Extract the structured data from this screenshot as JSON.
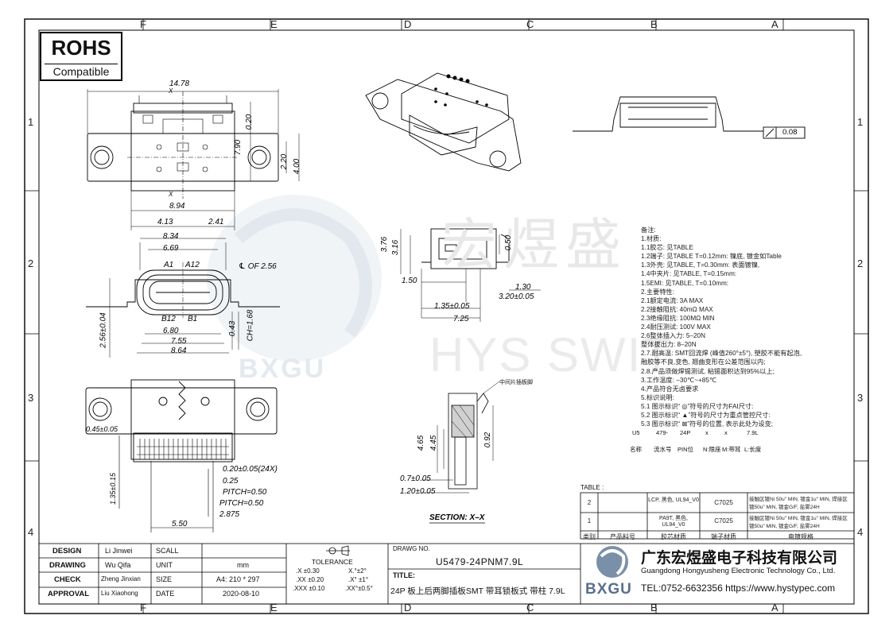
{
  "zones": {
    "cols": [
      "F",
      "E",
      "D",
      "C",
      "B",
      "A"
    ],
    "rows": [
      "1",
      "2",
      "3",
      "4"
    ]
  },
  "rohs": {
    "title": "ROHS",
    "subtitle": "Compatible"
  },
  "watermark": {
    "cn": "宏煜盛",
    "en": "HYS SWIT",
    "logo": "BXGU"
  },
  "dims_top": {
    "w": "14.78",
    "x1": "X",
    "x2": "X",
    "d020": "0.20",
    "d790": "7.90",
    "d220": "2.20",
    "d400": "4.00",
    "d894": "8.94",
    "d413": "4.13",
    "d241": "2.41"
  },
  "dims_mid": {
    "d834": "8.34",
    "d669": "6.69",
    "cl": "℄ OF 2.56",
    "a1": "A1",
    "a12": "A12",
    "b12": "B12",
    "b1": "B1",
    "d680": "6.80",
    "d755": "7.55",
    "d864": "8.64",
    "d256": "2.56±0.04",
    "d043": "0.43",
    "ch": "CH=1.68"
  },
  "dims_side": {
    "d376": "3.76",
    "d316": "3.16",
    "d050": "0.50",
    "d150": "1.50",
    "d130": "1.30",
    "d320": "3.20±0.05",
    "d135": "1.35±0.05",
    "d725": "7.25"
  },
  "dims_bot": {
    "d045": "0.45±0.05",
    "d135v": "1.35±0.15",
    "d020p": "0.20±0.05(24X)",
    "d025": "0.25",
    "pitch1": "PITCH=0.50",
    "pitch2": "PITCH=0.50",
    "d2875": "2.875",
    "d550": "5.50"
  },
  "section": {
    "label": "中间片插板脚",
    "d465": "4.65",
    "d445": "4.45",
    "d092": "0.92",
    "d070": "0.7±0.05",
    "d120": "1.20±0.05",
    "title": "SECTION: X–X"
  },
  "flatness": {
    "value": "0.08"
  },
  "notes": [
    "备注:",
    "1.材质:",
    "1.1胶芯: 见TABLE",
    "1.2端子: 见TABLE  T=0.12mm: 镍底, 镀金如Table",
    "1.3外壳: 见TABLE, T=0.30mm: 表面镀镍,",
    "1.4中夹片: 见TABLE, T=0.15mm:",
    "1.5EMI: 见TABLE, T=0.10mm:",
    "2.主要特性:",
    "2.1额定电流: 3A MAX",
    "2.2接触阻抗: 40mΩ MAX",
    "2.3绝缘阻抗: 100MΩ MIN",
    "2.4耐压测试: 100V MAX",
    "2.6整体插入力: 5–20N",
    "    整体拔出力: 8–20N",
    "2.7.耐高温: SMT回流焊 (峰值260°±5°), 塑胶不能有起泡,",
    "    融胶等不良,变色, 翘曲变形在公差范围以内;",
    "2.8.产品须做焊锡测试, 粘锡面积达到95%以上;",
    "3.工作温度: −30℃~+85℃",
    "4.产品符合无卤要求",
    "5.标识说明:",
    "5.1  图示标识“ ◎”符号的尺寸为FAI尺寸:",
    "5.2  图示标识“ ▲”符号的尺寸为重点管控尺寸:",
    "5.3  图示标识“ ⊠”符号的位置, 表示此处为设变;"
  ],
  "part_code": {
    "codes": [
      "U5",
      "479-",
      "24P",
      "x",
      "x",
      "7.9L"
    ],
    "names": [
      "名称",
      "流水号",
      "PIN位",
      "N:限座",
      "M:带耳",
      "L:长度"
    ]
  },
  "table": {
    "title": "TABLE :",
    "rows": [
      {
        "no": "2",
        "material": "LCP, 黑色, UL94_V0",
        "terminal": "C7025",
        "plating": "接触区镀Ni 50u\" MIN, 镀金1u\" MIN, 焊接区镀50u\" MIN, 镀金G/F, 盐雾24H"
      },
      {
        "no": "1",
        "material": "PA9T, 黑色, UL94_V0",
        "terminal": "C7025",
        "plating": "接触区镀Ni 50u\" MIN, 镀金1u\" MIN, 焊接区镀50u\" MIN, 镀金G/F, 盐雾24H"
      }
    ],
    "headers": [
      "类别",
      "产品料号",
      "胶芯材质",
      "端子材质",
      "电镀规格"
    ]
  },
  "titleblock": {
    "design_l": "DESIGN",
    "design_v": "Li Jinwei",
    "scall_l": "SCALL",
    "drawing_l": "DRAWING",
    "drawing_v": "Wu Qifa",
    "unit_l": "UNIT",
    "unit_v": "mm",
    "check_l": "CHECK",
    "check_v": "Zheng Jinxian",
    "size_l": "SIZE",
    "size_v": "A4: 210 * 297",
    "approval_l": "APPROVAL",
    "approval_v": "Liu Xiaohong",
    "date_l": "DATE",
    "date_v": "2020-08-10",
    "tol_title": "TOLERANCE",
    "tol": [
      ".X  ±0.30",
      ".XX  ±0.20",
      ".XXX  ±0.10",
      "X.°±2°",
      ".X° ±1°",
      ".XX°±0.5°"
    ],
    "dwg_l": "DRAWG NO.",
    "dwg_v": "U5479-24PNM7.9L",
    "title_l": "TITLE:",
    "title_v": "24P 板上后两脚插板SMT 带耳锁板式 带柱 7.9L",
    "company_cn": "广东宏煜盛电子科技有限公司",
    "company_en": "Guangdong Hongyusheng Electronic Technology Co., Ltd.",
    "contact": "TEL:0752-6632356  https://www.hystypec.com",
    "logo": "BXGU"
  }
}
